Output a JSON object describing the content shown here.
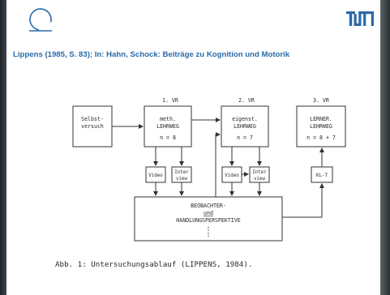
{
  "slide": {
    "citation": "Lippens (1985, S. 83); In: Hahn, Schock: Beiträge zu Kognition und Motorik",
    "left_logo": "arc-logo-icon",
    "right_logo": "TUM",
    "accent_color": "#2a6aa8"
  },
  "diagram": {
    "box_selbst": {
      "line1": "Selbst-",
      "line2": "versuch"
    },
    "vr1": {
      "header": "1. VR",
      "line1": "meth.",
      "line2": "LEHRWEG",
      "line3": "n = 8"
    },
    "vr2": {
      "header": "2. VR",
      "line1": "eigenst.",
      "line2": "LEHRWEG",
      "line3": "n = 7"
    },
    "vr3": {
      "header": "3. VR",
      "line1": "LERNER.",
      "line2": "LEHRWEG",
      "line3": "n = 8 + 7"
    },
    "video1": "Video",
    "interview1": {
      "line1": "Inter",
      "line2": "view"
    },
    "video2": "Video",
    "interview2": {
      "line1": "Inter",
      "line2": "view"
    },
    "klt": "KL-T",
    "perspective": {
      "line1": "BEOBACHTER-",
      "line2": "und",
      "line3": "HANDLUNGSPERSPEKTIVE"
    }
  },
  "figure_caption": "Abb. 1: Untersuchungsablauf (LIPPENS, 1984)."
}
